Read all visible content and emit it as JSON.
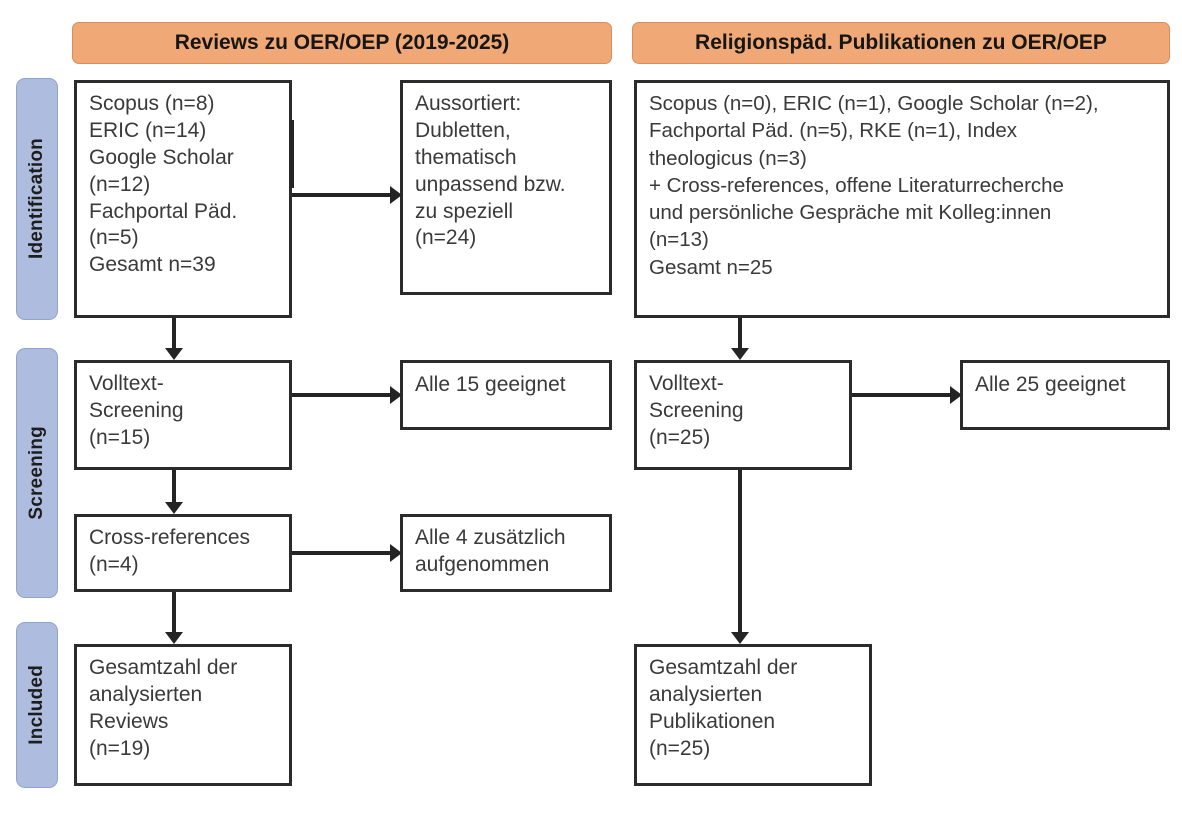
{
  "figure": {
    "type": "prisma-flow-diagram",
    "accent_orange": "#f0a876",
    "accent_blue": "#aebddf",
    "box_border": "#2b2b2b"
  },
  "stages": [
    {
      "key": "identification",
      "label": "Identification"
    },
    {
      "key": "screening",
      "label": "Screening"
    },
    {
      "key": "included",
      "label": "Included"
    }
  ],
  "columns": [
    {
      "key": "reviews",
      "banner": "Reviews zu OER/OEP (2019-2025)"
    },
    {
      "key": "publikationen",
      "banner": "Religionspäd. Publikationen zu OER/OEP"
    }
  ],
  "boxes": {
    "left_identification": "Scopus (n=8)\nERIC (n=14)\nGoogle Scholar\n(n=12)\nFachportal Päd.\n(n=5)\nGesamt n=39",
    "left_excluded": "Aussortiert:\nDubletten,\nthematisch\nunpassend bzw.\nzu speziell\n(n=24)",
    "left_screening": "Volltext-\nScreening\n(n=15)",
    "left_screening_result": "Alle 15 geeignet",
    "left_crossrefs": "Cross-references\n(n=4)",
    "left_crossrefs_result": "Alle 4 zusätzlich\naufgenommen",
    "left_included": "Gesamtzahl der\nanalysierten\nReviews\n(n=19)",
    "right_identification": "Scopus (n=0), ERIC (n=1), Google Scholar (n=2),\nFachportal Päd. (n=5), RKE (n=1), Index\ntheologicus (n=3)\n+ Cross-references, offene Literaturrecherche\nund persönliche Gespräche mit Kolleg:innen\n(n=13)\nGesamt n=25",
    "right_screening": "Volltext-\nScreening\n(n=25)",
    "right_screening_result": "Alle 25 geeignet",
    "right_included": "Gesamtzahl der\nanalysierten\nPublikationen\n(n=25)"
  }
}
